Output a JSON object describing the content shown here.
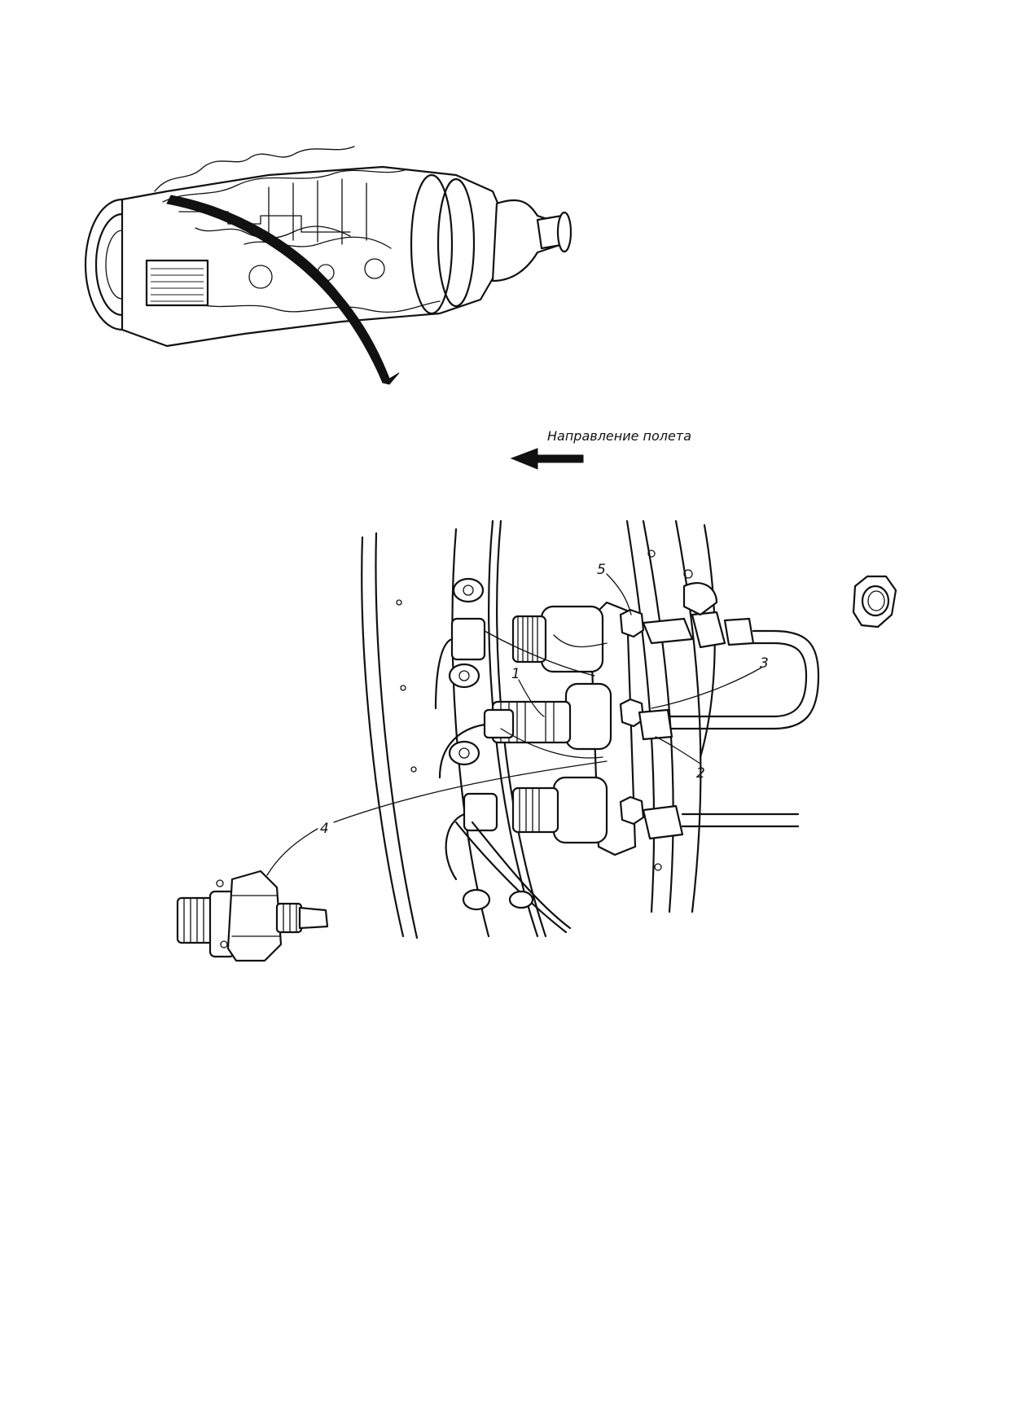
{
  "flight_direction": {
    "label": "Направление полета",
    "arrow_icon": "arrow-left-icon"
  },
  "callouts": [
    {
      "id": "1",
      "text": "1"
    },
    {
      "id": "2",
      "text": "2"
    },
    {
      "id": "3",
      "text": "3"
    },
    {
      "id": "4",
      "text": "4"
    },
    {
      "id": "5",
      "text": "5"
    }
  ],
  "colors": {
    "ink": "#111111",
    "paper": "#ffffff"
  }
}
